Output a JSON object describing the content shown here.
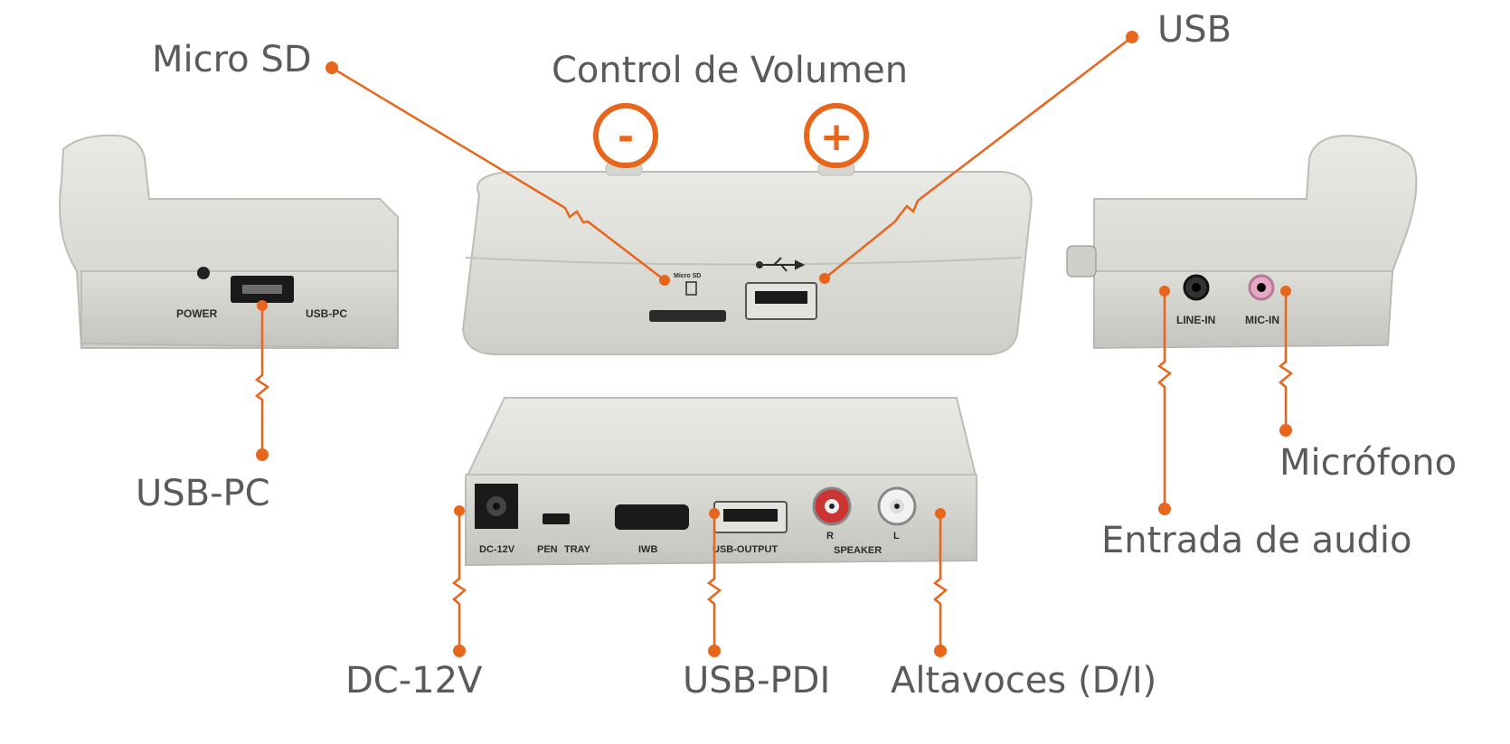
{
  "callouts": {
    "micro_sd": "Micro SD",
    "volume": "Control de Volumen",
    "usb": "USB",
    "usb_pc": "USB-PC",
    "microfono": "Micrófono",
    "entrada_audio": "Entrada de audio",
    "dc12v": "DC-12V",
    "usb_pdi": "USB-PDI",
    "altavoces": "Altavoces (D/I)"
  },
  "volume_buttons": {
    "minus": "-",
    "plus": "+"
  },
  "device_labels": {
    "power": "POWER",
    "usb_pc": "USB-PC",
    "micro_sd": "Micro SD",
    "line_in": "LINE-IN",
    "mic_in": "MIC-IN",
    "dc12v": "DC-12V",
    "pen": "PEN",
    "tray": "TRAY",
    "iwb": "IWB",
    "usb_output": "USB-OUTPUT",
    "r": "R",
    "l": "L",
    "speaker": "SPEAKER"
  },
  "colors": {
    "accent": "#e8651c",
    "text": "#5a5a5e",
    "device": "#d9d9d4",
    "device_shadow": "#b9b9b4"
  }
}
